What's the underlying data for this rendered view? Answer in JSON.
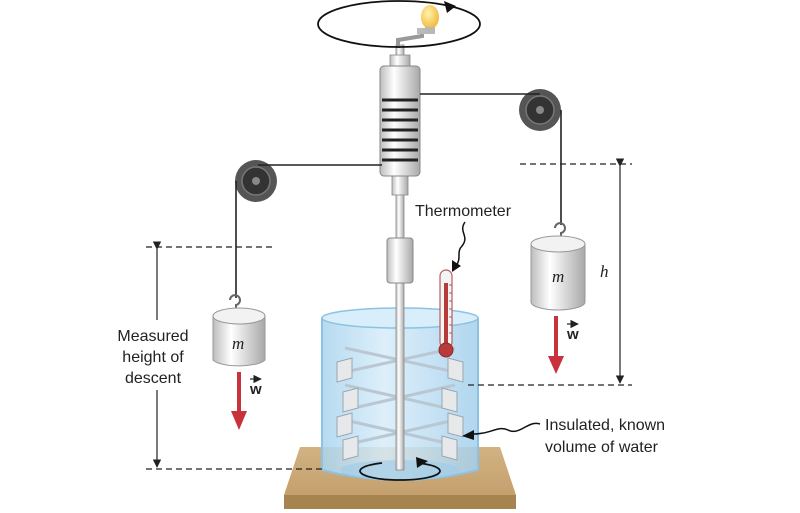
{
  "labels": {
    "thermometer": "Thermometer",
    "measured_line1": "Measured",
    "measured_line2": "height of",
    "measured_line3": "descent",
    "insulated_line1": "Insulated, known",
    "insulated_line2": "volume of water",
    "height": "h",
    "mass_left": "m",
    "mass_right": "m",
    "weight_left": "w",
    "weight_right": "w"
  },
  "colors": {
    "water": "#bfe0f4",
    "container_edge": "#8cc2e3",
    "base": "#c9a877",
    "weight_arrow": "#c8323c",
    "mercury": "#b83a3a",
    "bulb": "#f6c442",
    "pulley": "#444444"
  }
}
